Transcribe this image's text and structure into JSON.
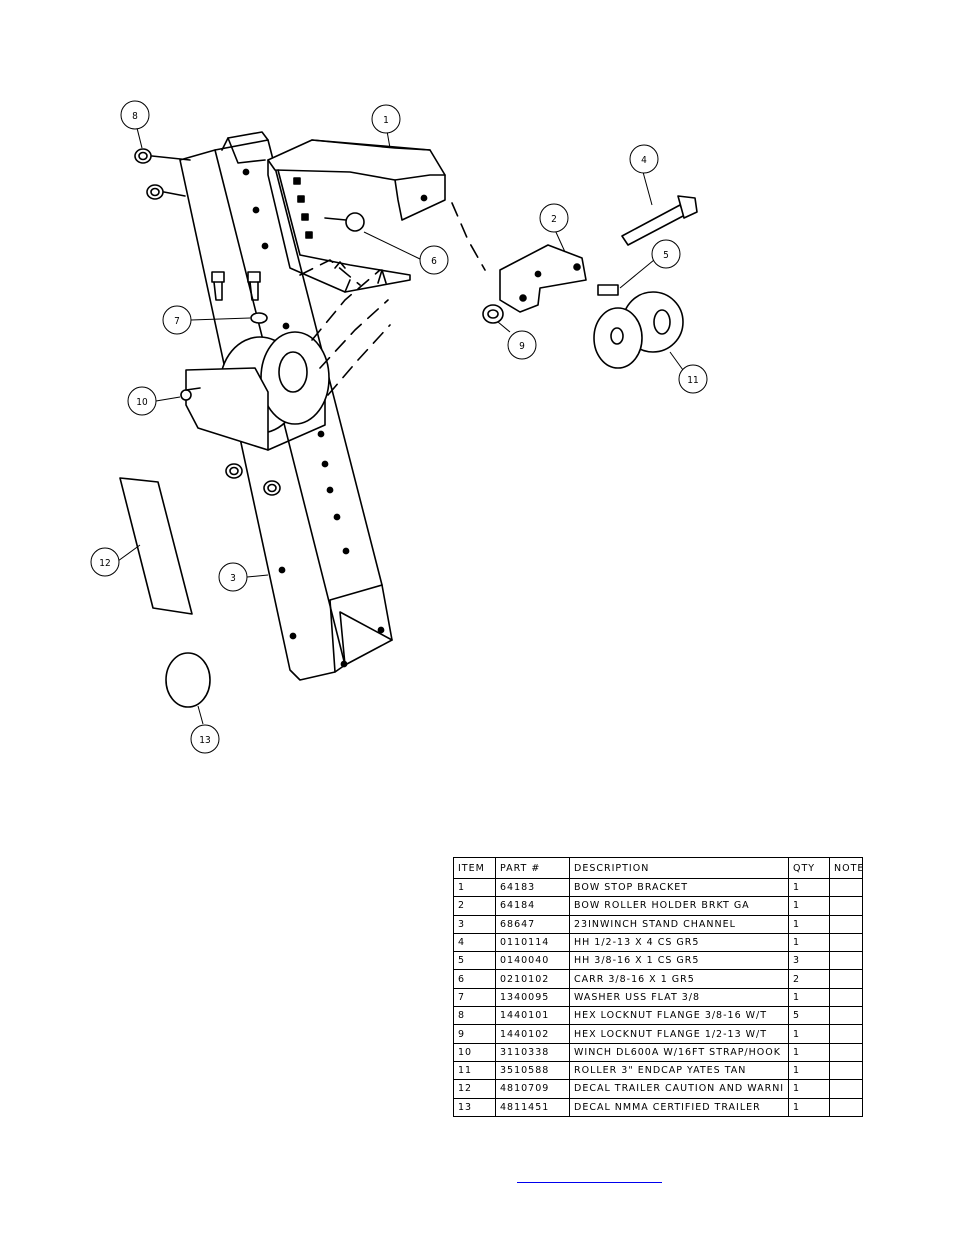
{
  "diagram": {
    "callouts": [
      {
        "id": "callout-1",
        "label": "1"
      },
      {
        "id": "callout-2",
        "label": "2"
      },
      {
        "id": "callout-3",
        "label": "3"
      },
      {
        "id": "callout-4",
        "label": "4"
      },
      {
        "id": "callout-5",
        "label": "5"
      },
      {
        "id": "callout-6",
        "label": "6"
      },
      {
        "id": "callout-7",
        "label": "7"
      },
      {
        "id": "callout-8",
        "label": "8"
      },
      {
        "id": "callout-9",
        "label": "9"
      },
      {
        "id": "callout-10",
        "label": "10"
      },
      {
        "id": "callout-11",
        "label": "11"
      },
      {
        "id": "callout-12",
        "label": "12"
      },
      {
        "id": "callout-13",
        "label": "13"
      }
    ]
  },
  "parts_table": {
    "headers": [
      "ITEM",
      "PART #",
      "DESCRIPTION",
      "QTY",
      "NOTE"
    ],
    "rows": [
      [
        "1",
        "64183",
        "BOW STOP BRACKET",
        "1",
        ""
      ],
      [
        "2",
        "64184",
        "BOW ROLLER HOLDER BRKT GA",
        "1",
        ""
      ],
      [
        "3",
        "68647",
        "23INWINCH STAND CHANNEL",
        "1",
        ""
      ],
      [
        "4",
        "0110114",
        "HH 1/2-13 X 4 CS GR5",
        "1",
        ""
      ],
      [
        "5",
        "0140040",
        "HH 3/8-16 X 1 CS GR5",
        "3",
        ""
      ],
      [
        "6",
        "0210102",
        "CARR 3/8-16 X 1 GR5",
        "2",
        ""
      ],
      [
        "7",
        "1340095",
        "WASHER USS FLAT 3/8",
        "1",
        ""
      ],
      [
        "8",
        "1440101",
        "HEX LOCKNUT FLANGE 3/8-16 W/T",
        "5",
        ""
      ],
      [
        "9",
        "1440102",
        "HEX LOCKNUT FLANGE 1/2-13 W/T",
        "1",
        ""
      ],
      [
        "10",
        "3110338",
        "WINCH DL600A W/16FT STRAP/HOOK",
        "1",
        ""
      ],
      [
        "11",
        "3510588",
        "ROLLER 3\" ENDCAP YATES TAN",
        "1",
        ""
      ],
      [
        "12",
        "4810709",
        "DECAL TRAILER CAUTION AND WARNI",
        "1",
        ""
      ],
      [
        "13",
        "4811451",
        "DECAL NMMA CERTIFIED TRAILER",
        "1",
        ""
      ]
    ]
  },
  "footer": {
    "link_text": ""
  }
}
